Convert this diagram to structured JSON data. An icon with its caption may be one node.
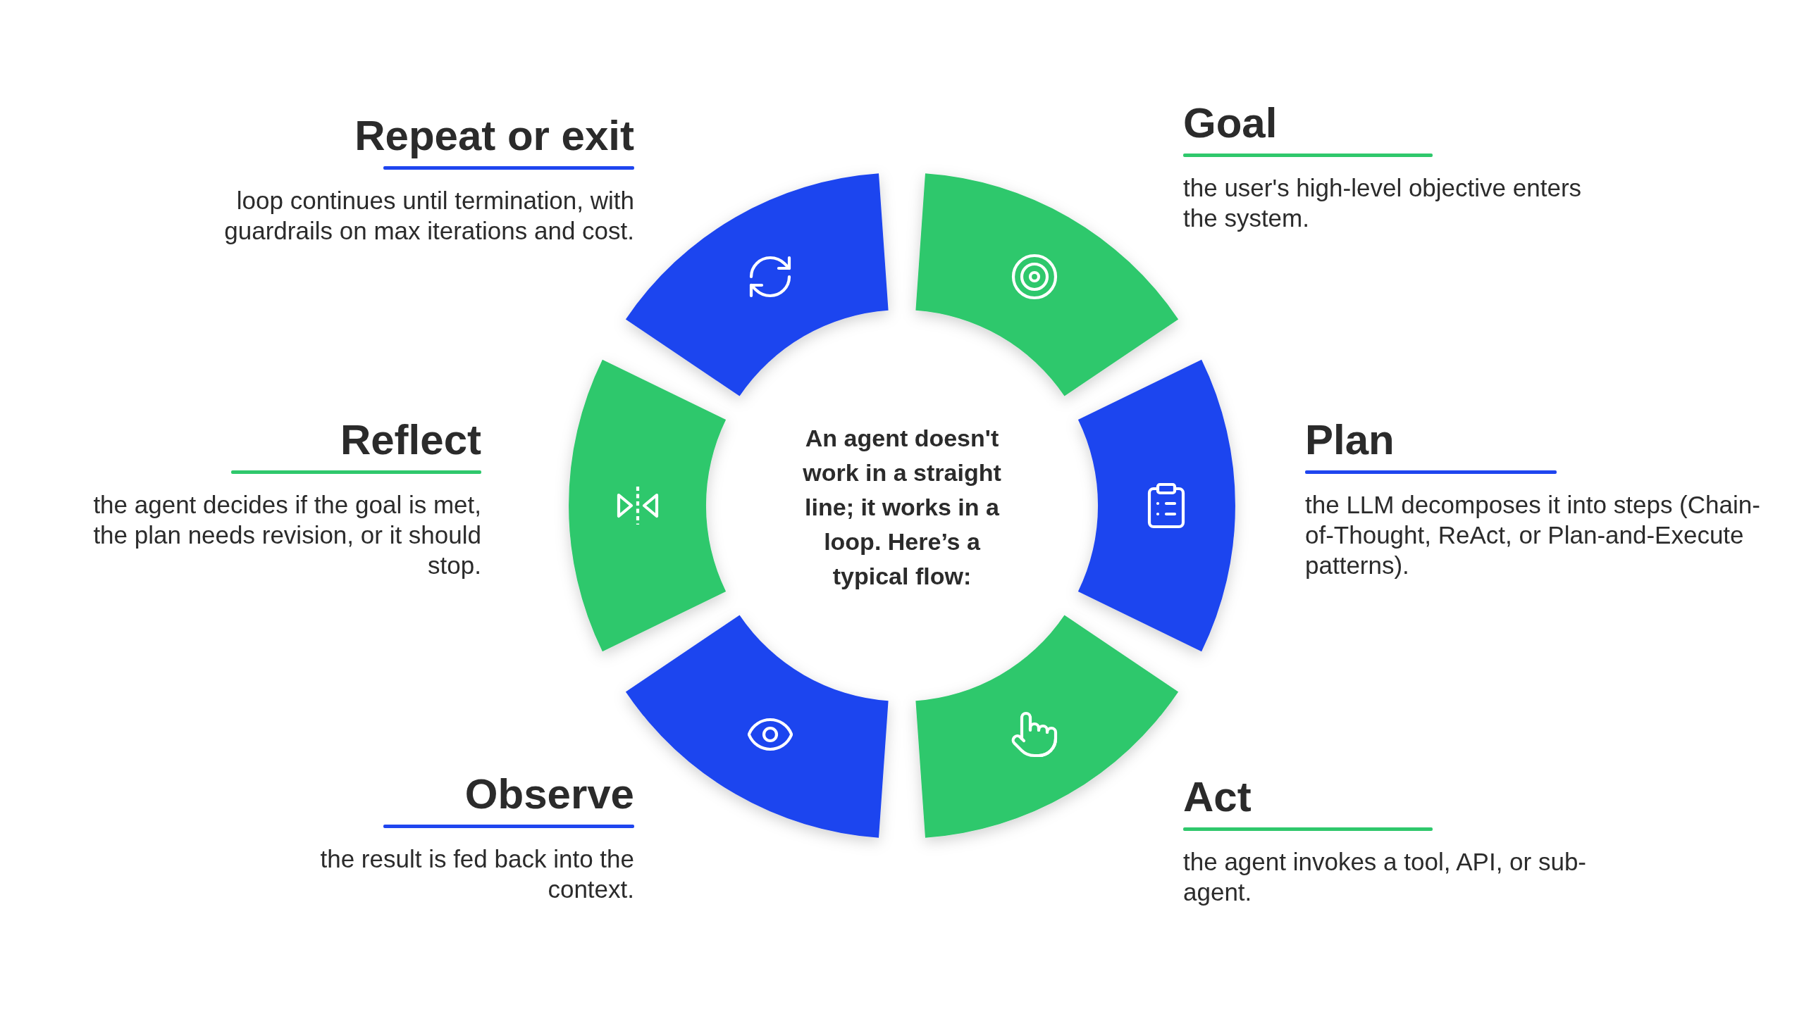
{
  "diagram": {
    "nodes": [
      {
        "text": [
          "An agent doesn't work in a straight line; it works in a loop. Here’s a typical flow:"
        ]
      },
      {
        "text": [
          "Goal",
          "the user's high-level objective enters the system."
        ]
      },
      {
        "text": [
          "Plan",
          "the LLM decomposes it into steps (Chain-of-Thought, ReAct, or Plan-and-Execute patterns)."
        ]
      },
      {
        "text": [
          "Act",
          "the agent invokes a tool, API, or sub-agent."
        ]
      },
      {
        "text": [
          "Observe",
          "the result is fed back into the context."
        ]
      },
      {
        "text": [
          "Reflect",
          "the agent decides if the goal is met, the plan needs revision, or it should stop."
        ]
      },
      {
        "text": [
          "Repeat or exit",
          "loop continues until termination, with guardrails on max iterations and cost."
        ]
      },
      {
        "text": [],
        "shape": "arc"
      },
      {
        "text": [],
        "shape": "arc"
      },
      {
        "text": [],
        "shape": "arc"
      },
      {
        "text": [],
        "shape": "arc"
      },
      {
        "text": [],
        "shape": "arc"
      },
      {
        "text": [],
        "shape": "arc"
      }
    ]
  }
}
